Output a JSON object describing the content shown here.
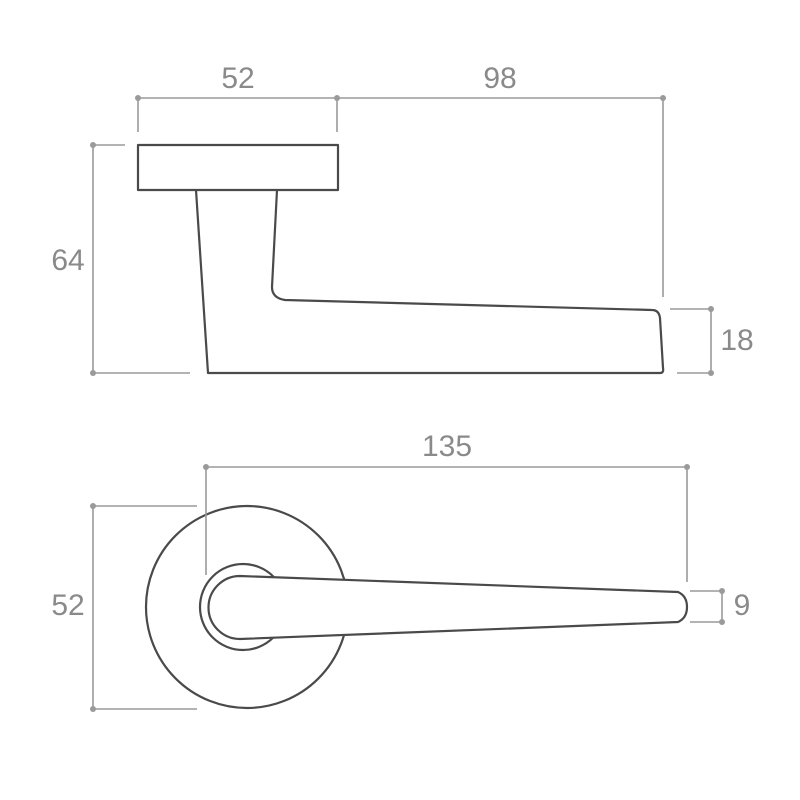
{
  "side_view": {
    "dimensions": {
      "rose_width": "52",
      "lever_projection": "98",
      "total_height": "64",
      "lever_thickness": "18"
    }
  },
  "top_view": {
    "dimensions": {
      "lever_length": "135",
      "rose_diameter": "52",
      "tip_width": "9"
    }
  },
  "colors": {
    "outline": "#4a4a4a",
    "dimension": "#9a9a9a",
    "label": "#8a8a8a"
  }
}
